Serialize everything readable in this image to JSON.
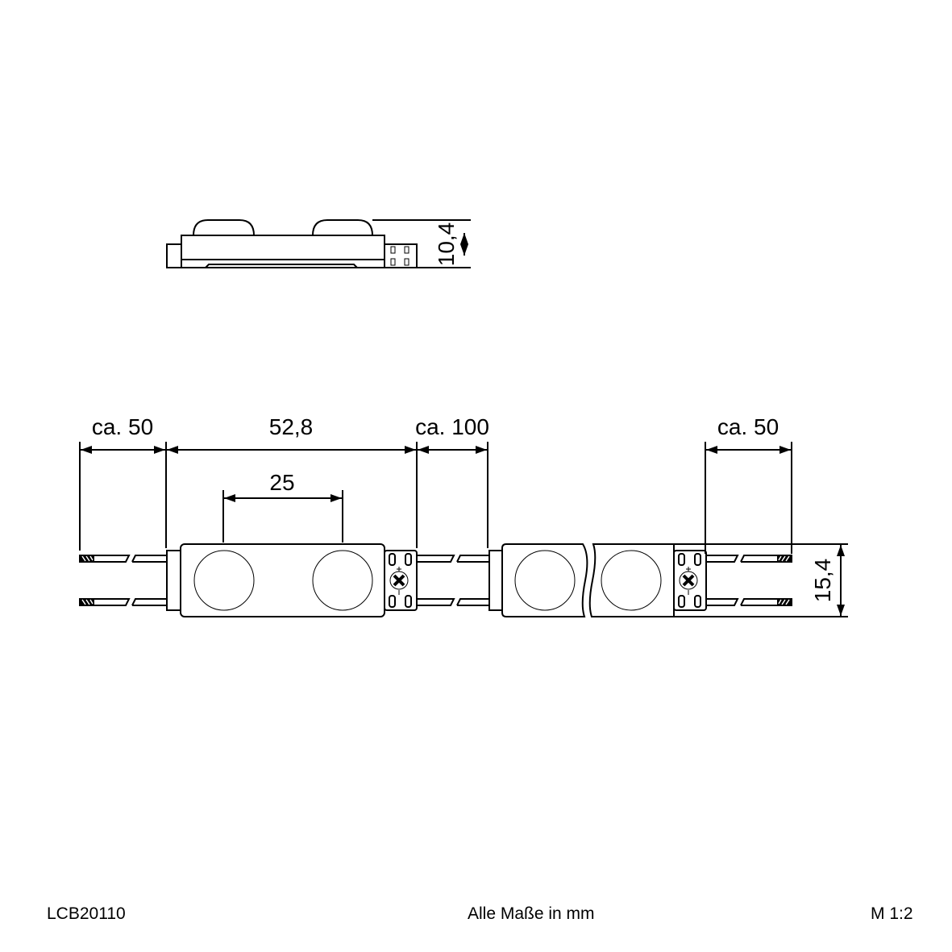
{
  "drawing": {
    "side_view": {
      "height_dim": "10,4"
    },
    "top_view": {
      "dims": {
        "lead_left": "ca. 50",
        "module_length": "52,8",
        "cable_between": "ca. 100",
        "lead_right": "ca. 50",
        "led_pitch": "25",
        "module_width": "15,4"
      },
      "polarity_plus": "+",
      "polarity_minus": "-"
    }
  },
  "footer": {
    "article_number": "LCB20110",
    "units_note": "Alle Maße in mm",
    "scale": "M 1:2"
  }
}
